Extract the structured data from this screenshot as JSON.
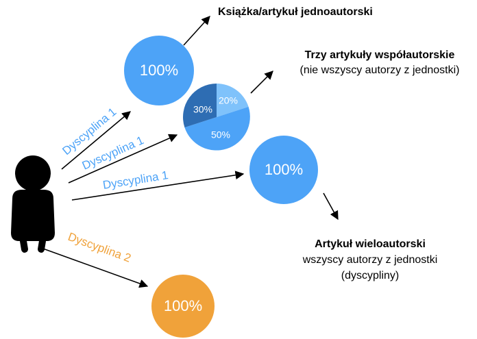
{
  "colors": {
    "blue": "#4da3f7",
    "pie_light": "#7fc2fb",
    "pie_mid": "#4da3f7",
    "pie_dark": "#2e6db3",
    "orange": "#f0a23a",
    "arrow": "#000000",
    "person": "#000000"
  },
  "icons": {
    "person": "person-icon"
  },
  "nodes": {
    "book": {
      "value": "100%"
    },
    "pie": {
      "slices": [
        {
          "label": "20%",
          "value": 20
        },
        {
          "label": "50%",
          "value": 50
        },
        {
          "label": "30%",
          "value": 30
        }
      ]
    },
    "multi": {
      "value": "100%"
    },
    "other": {
      "value": "100%"
    }
  },
  "edges": {
    "book": {
      "label": "Dyscyplina 1"
    },
    "pie": {
      "label": "Dyscyplina 1"
    },
    "multi": {
      "label": "Dyscyplina 1"
    },
    "other": {
      "label": "Dyscyplina 2"
    }
  },
  "captions": {
    "book": {
      "title": "Książka/artykuł jednoautorski"
    },
    "pie": {
      "title": "Trzy artykuły współautorskie",
      "subtitle": "(nie wszyscy autorzy z jednostki)"
    },
    "multi": {
      "title": "Artykuł wieloautorski",
      "line2": "wszyscy autorzy z jednostki",
      "line3": "(dyscypliny)"
    }
  }
}
